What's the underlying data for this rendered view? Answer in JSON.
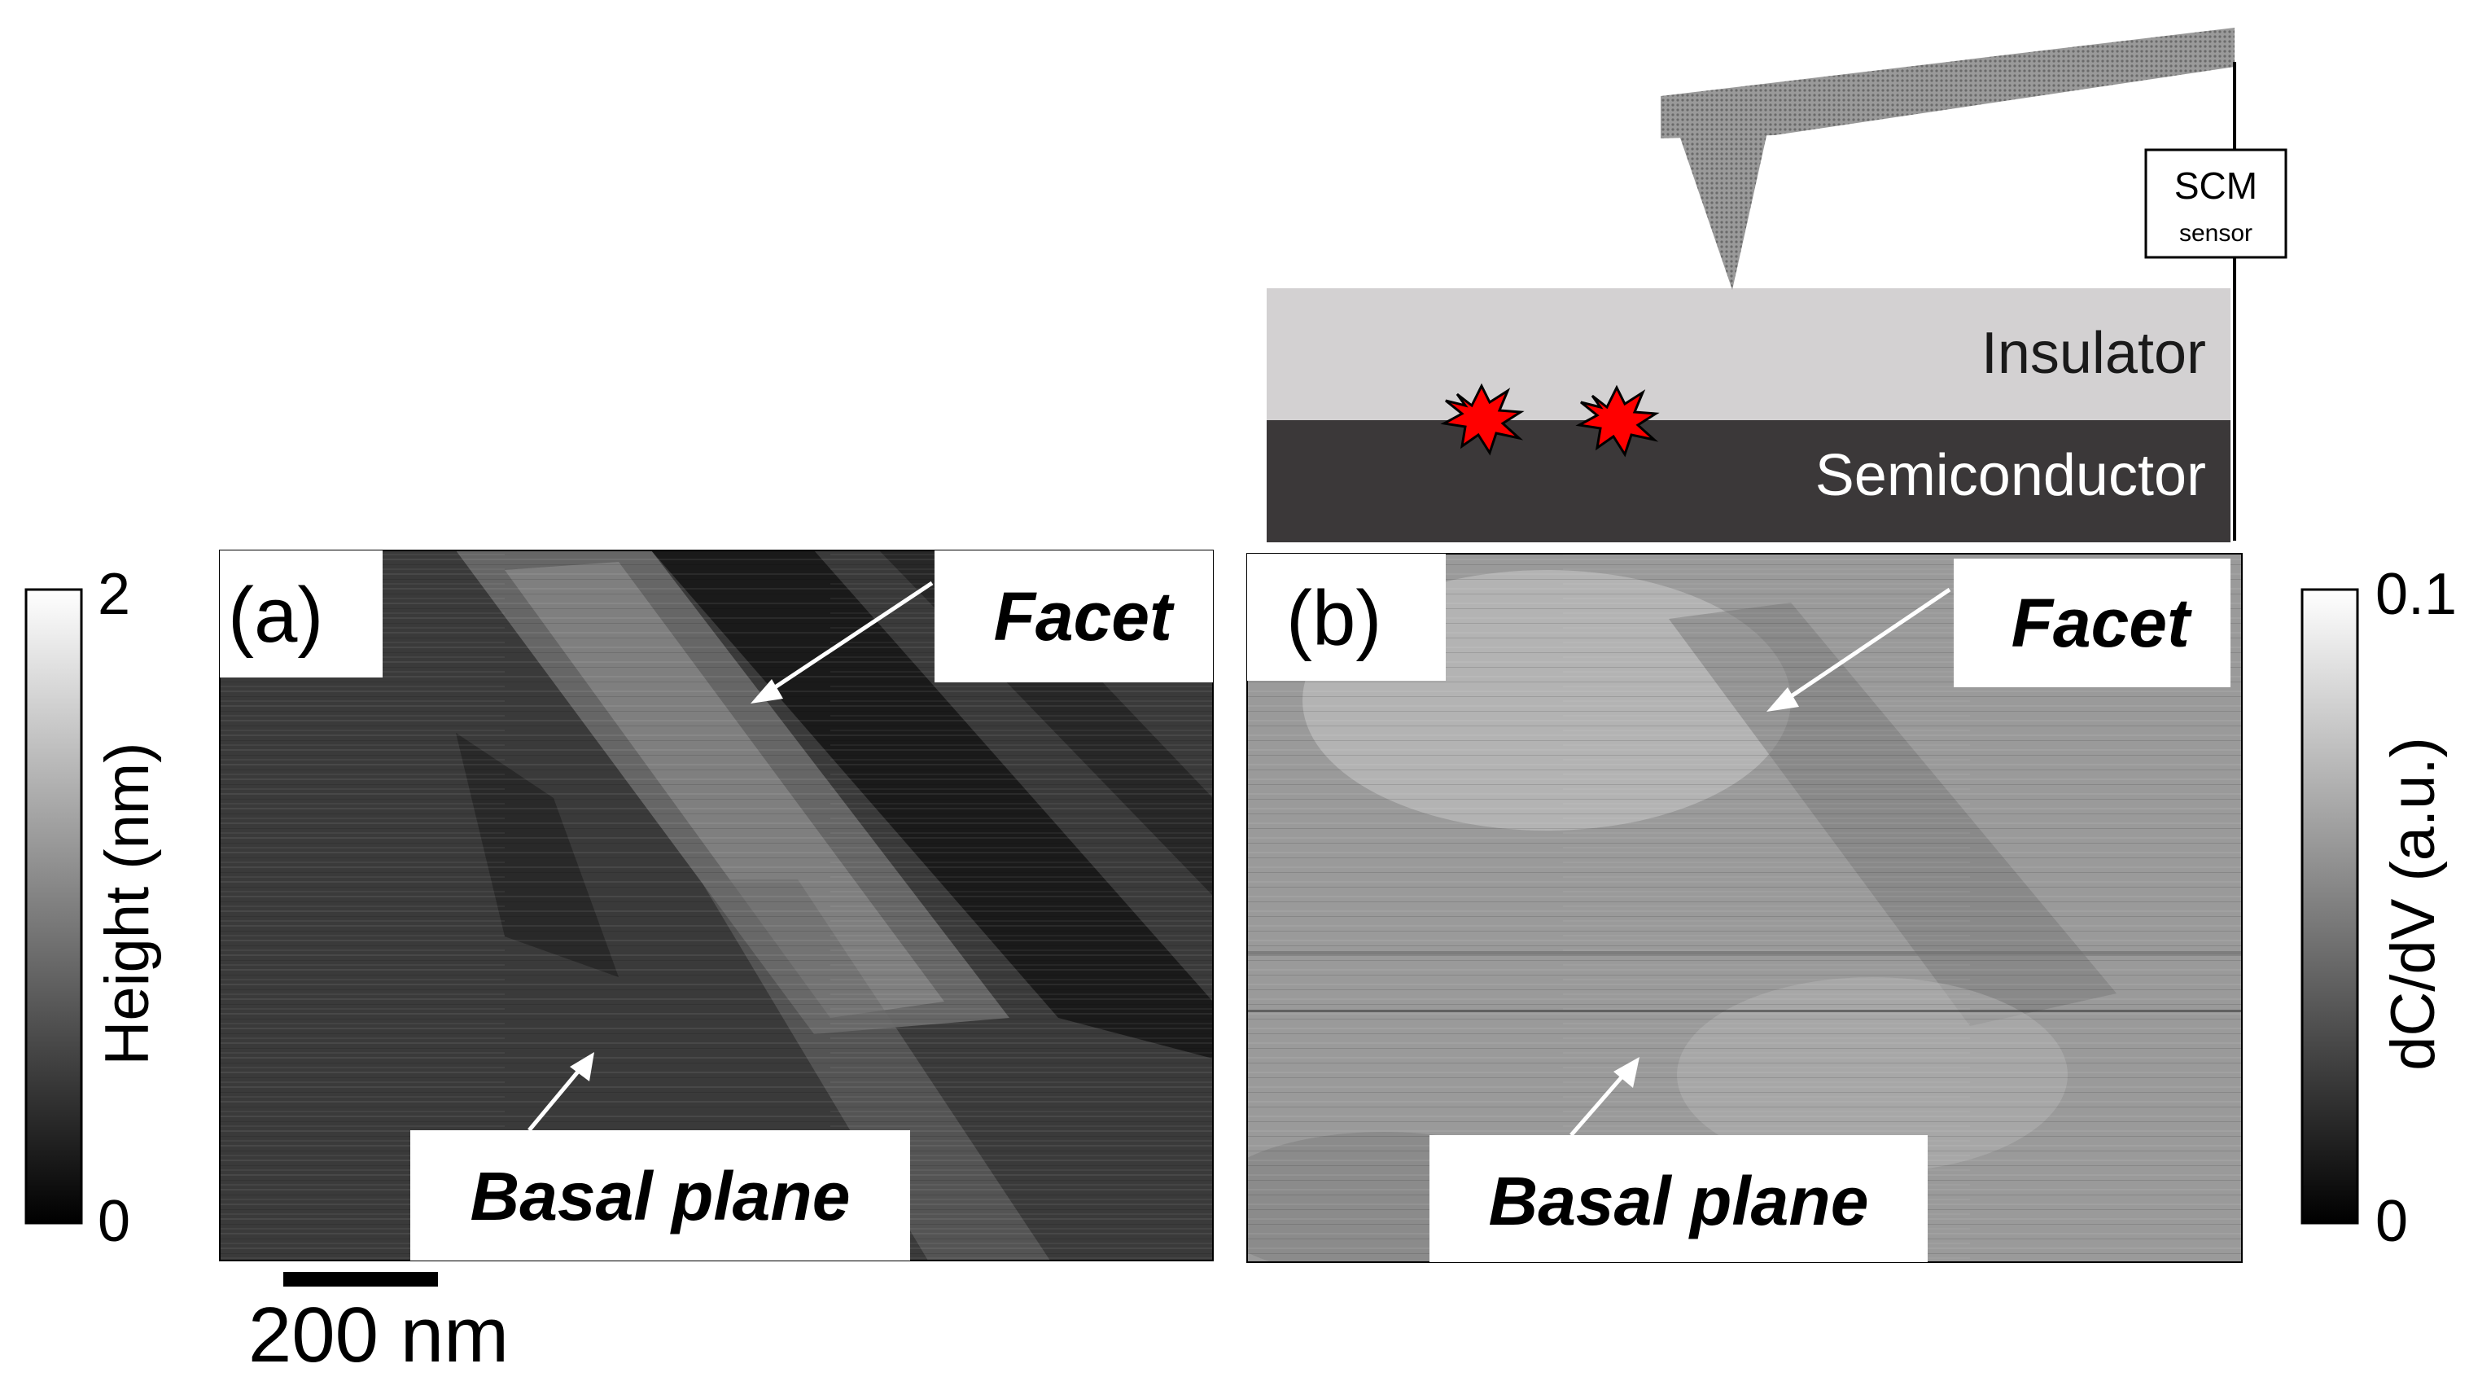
{
  "figure": {
    "panel_a": {
      "label": "(a)",
      "facet_label": "Facet",
      "basal_label": "Basal plane",
      "colorbar": {
        "max": "2",
        "min": "0",
        "title": "Height (nm)"
      },
      "scalebar": "200 nm"
    },
    "panel_b": {
      "label": "(b)",
      "facet_label": "Facet",
      "basal_label": "Basal plane",
      "colorbar": {
        "max": "0.1",
        "min": "0",
        "title": "dC/dV (a.u.)"
      }
    },
    "schematic": {
      "sensor_title": "SCM",
      "sensor_sub": "sensor",
      "insulator": "Insulator",
      "semiconductor": "Semiconductor",
      "colors": {
        "insulator": "#d3d1d2",
        "semiconductor": "#3b3839",
        "defect": "#ff0000",
        "tip": "#8c8c8c"
      }
    }
  }
}
